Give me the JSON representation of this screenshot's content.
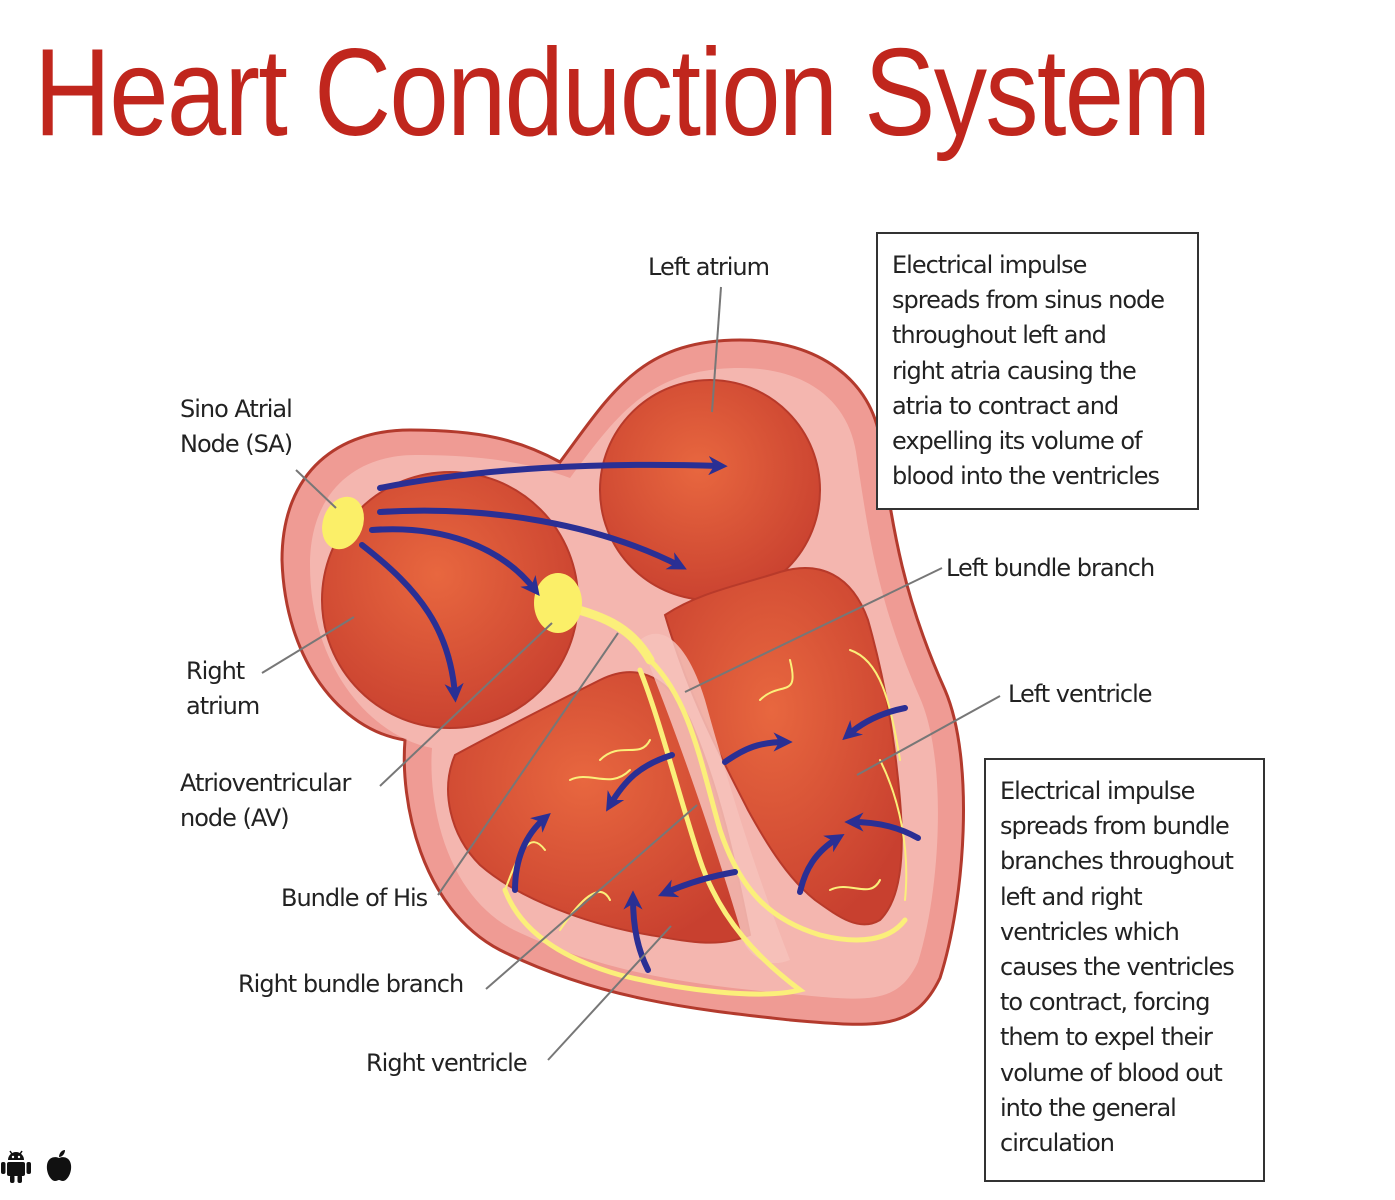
{
  "title": "Heart Conduction System",
  "labels": {
    "left_atrium": "Left atrium",
    "sa_node": "Sino Atrial\nNode (SA)",
    "right_atrium": "Right\natrium",
    "av_node": "Atrioventricular\nnode (AV)",
    "bundle_of_his": "Bundle of His",
    "right_bundle_branch": "Right bundle branch",
    "right_ventricle": "Right ventricle",
    "left_bundle_branch": "Left bundle branch",
    "left_ventricle": "Left ventricle"
  },
  "callouts": {
    "atria": "Electrical impulse\nspreads from sinus node\nthroughout left and\nright atria causing the\natria to contract and\nexpelling its volume of\nblood into the ventricles",
    "ventricles": "Electrical impulse\nspreads from bundle\nbranches throughout\nleft and right\nventricles which\ncauses the ventricles\nto contract, forcing\nthem to expel their\nvolume of blood out\ninto the general\ncirculation"
  },
  "platform_icons": [
    "android-icon",
    "apple-icon"
  ],
  "colors": {
    "title": "#c0261d",
    "heart_wall": "#ef9b94",
    "heart_wall_inner": "#f6c2bb",
    "chamber": "#d9523a",
    "node": "#fbef68",
    "conduction_path": "#fbef7a",
    "arrow": "#2a2f94",
    "leader_line": "#777777"
  }
}
